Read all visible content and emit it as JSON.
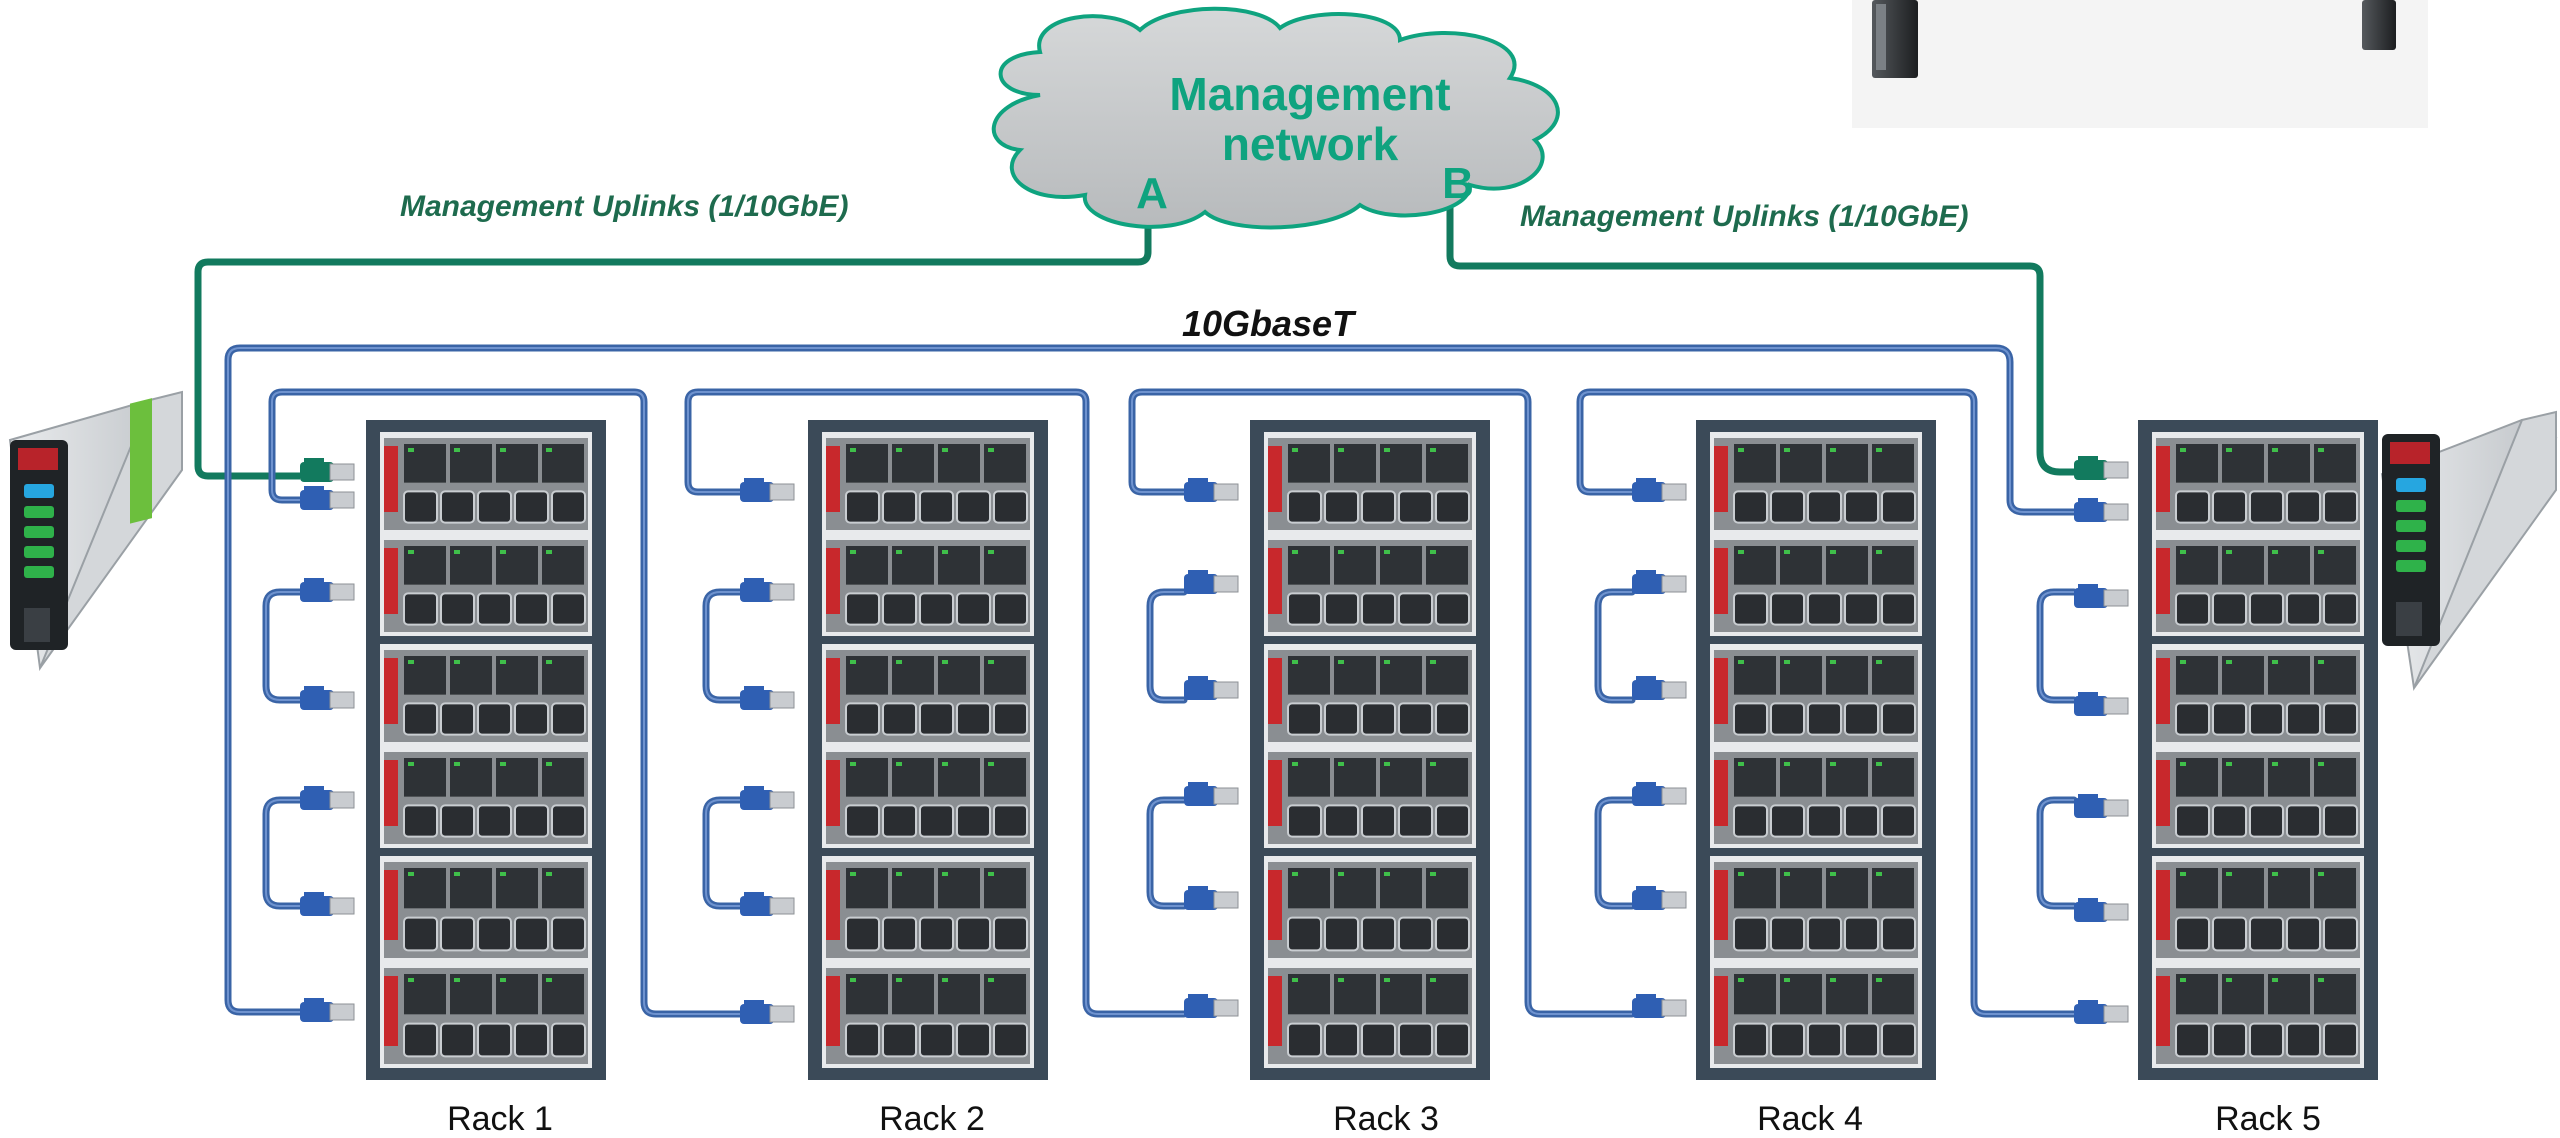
{
  "cloud": {
    "line1": "Management",
    "line2": "network",
    "port_a": "A",
    "port_b": "B"
  },
  "uplinks": {
    "left_label": "Management Uplinks (1/10GbE)",
    "right_label": "Management Uplinks (1/10GbE)"
  },
  "ring": {
    "label": "10GbaseT"
  },
  "racks": [
    {
      "label": "Rack 1"
    },
    {
      "label": "Rack 2"
    },
    {
      "label": "Rack 3"
    },
    {
      "label": "Rack 4"
    },
    {
      "label": "Rack 5"
    }
  ],
  "colors": {
    "uplink_green": "#127a5e",
    "uplink_text": "#1e6b4e",
    "cloud_fill": "#c8cacb",
    "cloud_stroke": "#0fa37f",
    "cloud_text": "#0fa37f",
    "cable_blue": "#3a64a6",
    "cable_blue_light": "#6f93cf",
    "rack_frame": "#3b4a58",
    "chassis_gray": "#8a8e92",
    "chassis_dark": "#2e3236",
    "ear_red": "#c8282c"
  }
}
